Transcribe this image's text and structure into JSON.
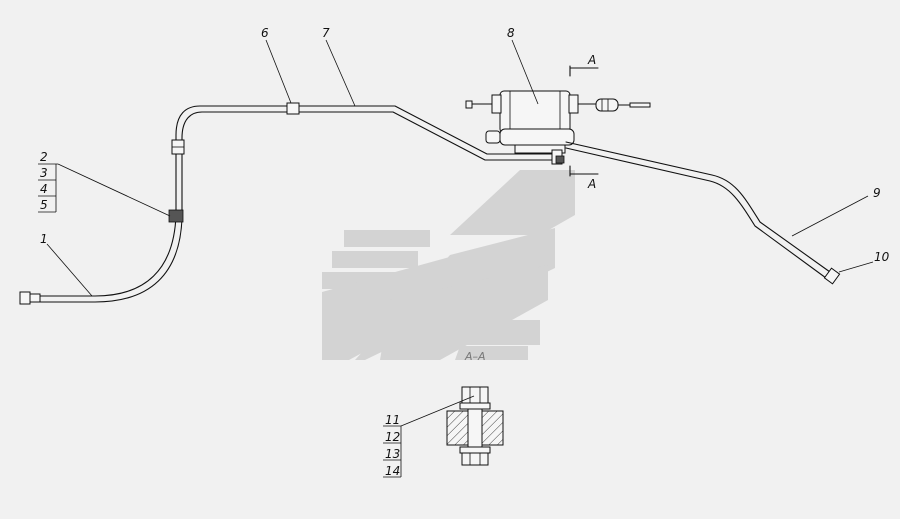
{
  "labels": {
    "l1": "1",
    "l2": "2",
    "l3": "3",
    "l4": "4",
    "l5": "5",
    "l6": "6",
    "l7": "7",
    "l8": "8",
    "l9": "9",
    "l10": "10",
    "l11": "11",
    "l12": "12",
    "l13": "13",
    "l14": "14",
    "section_top": "A",
    "section_bottom": "A",
    "section_view": "A–A"
  },
  "watermark": {
    "color": "#d3d3d3"
  }
}
